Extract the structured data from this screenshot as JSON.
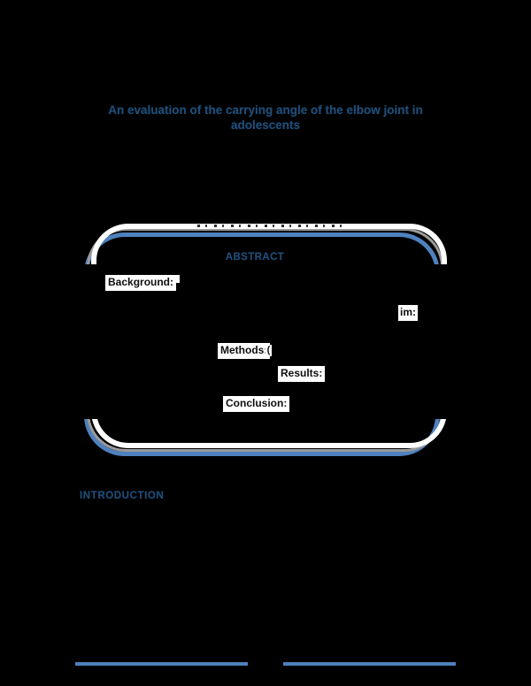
{
  "page": {
    "background_color": "#000000"
  },
  "title": {
    "text": "An evaluation of the carrying angle of the elbow joint in adolescents",
    "color": "#1F4E79"
  },
  "abstract_box": {
    "heading": "ABSTRACT",
    "labels": {
      "background": "Background:",
      "aim": "im:",
      "methods": "Methods:",
      "methods_fragment": "(",
      "results": "Results:",
      "conclusion": "Conclusion:"
    },
    "colors": {
      "border_blue": "#4E81BD",
      "border_white": "#FFFFFF",
      "shadow_gray": "#9B9B9B"
    }
  },
  "sections": {
    "introduction_heading": "INTRODUCTION"
  },
  "footer": {
    "separator_color": "#4E81BD",
    "separator_count": 2
  }
}
